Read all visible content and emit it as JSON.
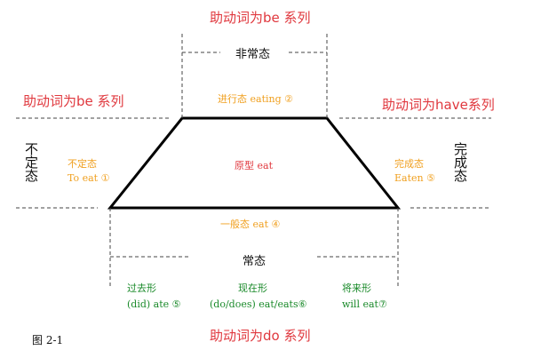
{
  "labels": {
    "be_top": "助动词为be 系列",
    "be_left": "助动词为be 系列",
    "have_right": "助动词为have系列",
    "do_bottom": "助动词为do 系列",
    "non_usual": "非常态",
    "usual": "常态",
    "indefinite_vertical": "不定态",
    "perfect_vertical": "完成态",
    "figure_caption": "图 2-1"
  },
  "nodes": {
    "progressive": "进行态 eating ②",
    "prototype": "原型 eat",
    "infinitive_title": "不定态",
    "infinitive_value": "To eat ①",
    "perfect_title": "完成态",
    "perfect_value": "Eaten ⑤",
    "general": "一般态 eat ④"
  },
  "tenses": {
    "past_title": "过去形",
    "past_value": "(did) ate ⑤",
    "present_title": "现在形",
    "present_value": "(do/does) eat/eats⑥",
    "future_title": "将来形",
    "future_value": "will eat⑦"
  },
  "colors": {
    "red": "#e0383e",
    "orange": "#f0a020",
    "green": "#1a8a2a",
    "black": "#111111",
    "dash": "#444444"
  }
}
